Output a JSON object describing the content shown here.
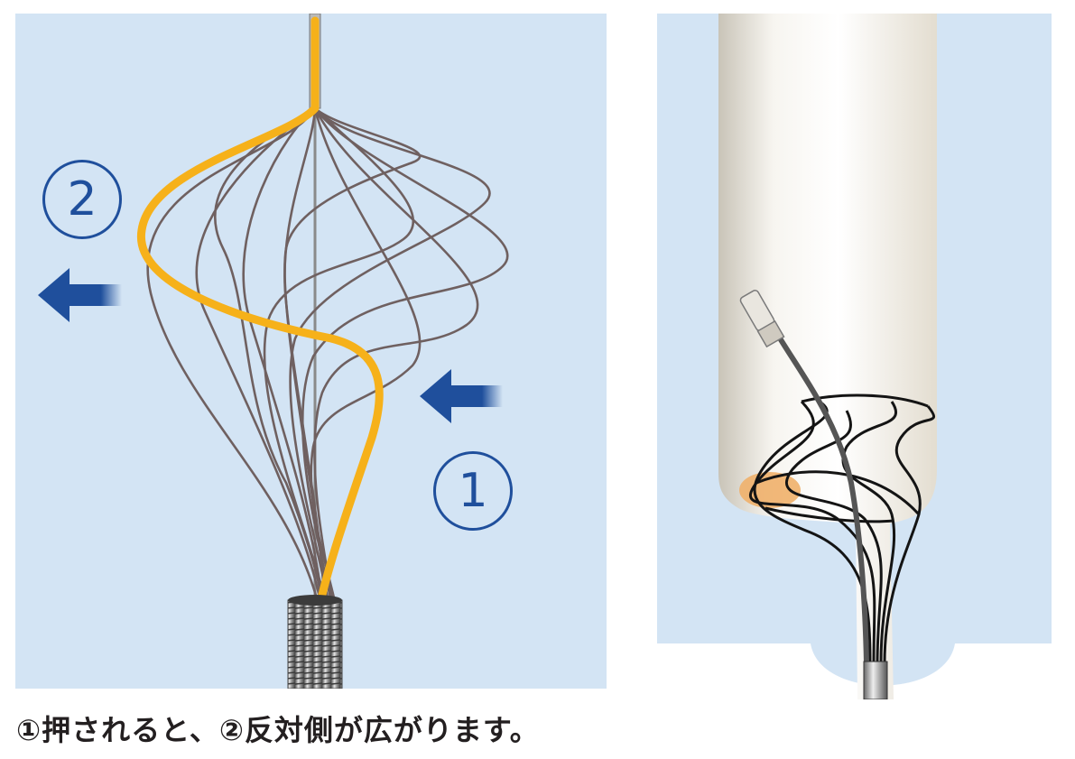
{
  "labels": {
    "push_marker": "1",
    "spread_marker": "2"
  },
  "caption": "①押されると、②反対側が広がります。",
  "colors": {
    "panel_bg": "#d3e4f4",
    "arrow_blue": "#1f4f9c",
    "highlight_wire": "#f6b11a",
    "stone": "#f0b06a"
  }
}
